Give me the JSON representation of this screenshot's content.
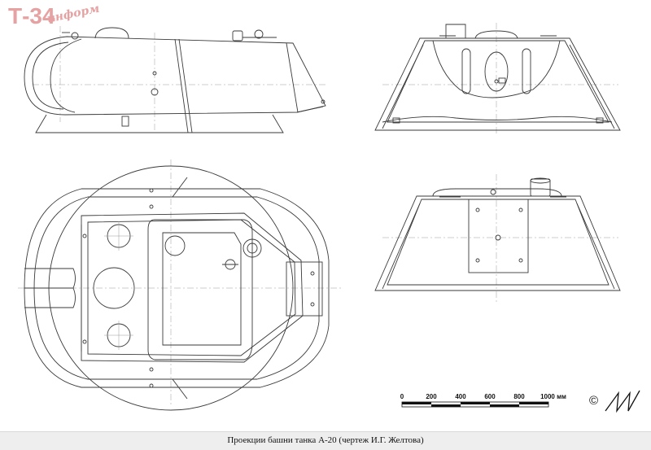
{
  "logo": {
    "main": "Т-34",
    "sub": "информ"
  },
  "scale_bar": {
    "ticks": [
      "0",
      "200",
      "400",
      "600",
      "800"
    ],
    "last_tick": "1000 мм"
  },
  "copyright": "©",
  "caption": "Проекции башни танка А-20 (чертеж И.Г. Желтова)"
}
